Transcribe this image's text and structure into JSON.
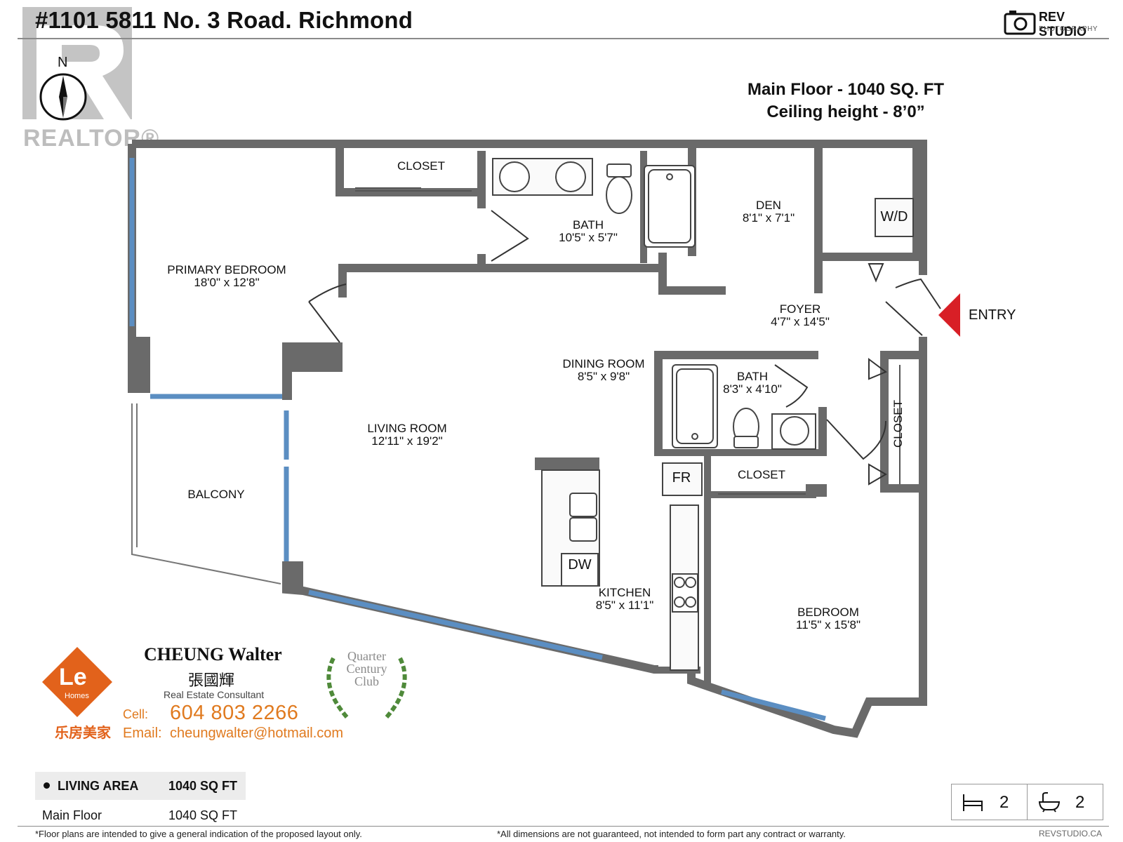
{
  "header": {
    "title": "#1101 5811 No. 3 Road. Richmond",
    "brand_name": "REV STUDIO",
    "brand_sub": "PHOTOGRAPHY"
  },
  "watermark": {
    "text": "REALTOR®"
  },
  "compass": {
    "north_label": "N"
  },
  "floor_info": {
    "line1": "Main Floor - 1040 SQ. FT",
    "line2": "Ceiling height - 8’0”"
  },
  "rooms": {
    "closet_top": "CLOSET",
    "bath_primary_name": "BATH",
    "bath_primary_size": "10'5\" x 5'7\"",
    "den_name": "DEN",
    "den_size": "8'1\" x 7'1\"",
    "wd": "W/D",
    "primary_bedroom_name": "PRIMARY BEDROOM",
    "primary_bedroom_size": "18'0\" x 12'8\"",
    "foyer_name": "FOYER",
    "foyer_size": "4'7\" x 14'5\"",
    "entry": "ENTRY",
    "dining_name": "DINING ROOM",
    "dining_size": "8'5\" x 9'8\"",
    "bath_second_name": "BATH",
    "bath_second_size": "8'3\" x 4'10\"",
    "closet_side": "CLOSET",
    "living_name": "LIVING ROOM",
    "living_size": "12'11\" x 19'2\"",
    "balcony": "BALCONY",
    "fr": "FR",
    "closet_mid": "CLOSET",
    "dw": "DW",
    "kitchen_name": "KITCHEN",
    "kitchen_size": "8'5\" x 11'1\"",
    "bedroom_name": "BEDROOM",
    "bedroom_size": "11'5\" x 15'8\""
  },
  "agent": {
    "name": "CHEUNG Walter",
    "name_cn": "張國輝",
    "title": "Real Estate Consultant",
    "cell_label": "Cell:",
    "cell": "604 803 2266",
    "email_label": "Email:",
    "email": "cheungwalter@hotmail.com",
    "logo_text": "Le",
    "logo_sub": "Homes",
    "logo_cn": "乐房美家",
    "club_line1": "Quarter",
    "club_line2": "Century",
    "club_line3": "Club"
  },
  "area_table": {
    "header_label": "LIVING AREA",
    "header_value": "1040 SQ FT",
    "row_label": "Main Floor",
    "row_value": "1040 SQ FT"
  },
  "counts": {
    "beds": "2",
    "baths": "2",
    "bed_icon": "bed-icon",
    "bath_icon": "bathtub-icon"
  },
  "footer": {
    "left": "*Floor plans are intended to give a general indication of the proposed layout only.",
    "right": "*All dimensions are not guaranteed, not intended to form part any contract or warranty.",
    "site": "REVSTUDIO.CA"
  },
  "colors": {
    "wall": "#6a6a6a",
    "window": "#5b8ec2",
    "entry_arrow": "#d81f26",
    "accent": "#e07a1f"
  }
}
